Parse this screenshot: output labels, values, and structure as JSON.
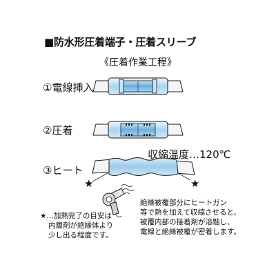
{
  "title": "■防水形圧着端子・圧着スリーブ",
  "subtitle": "《圧着作業工程》",
  "steps": [
    {
      "label": "①電線挿入"
    },
    {
      "label": "②圧着"
    },
    {
      "label": "③ヒート"
    }
  ],
  "shrink_temp": "収縮温度…120℃",
  "note_left": {
    "line1": "★…加熱完了の目安は",
    "line2": "内層剤が絶縁体より",
    "line3": "少し出る程度です。"
  },
  "note_right": {
    "line1": "絶縁被覆部分にヒートガン",
    "line2": "等で熱を加えて収縮させると、",
    "line3": "被覆内部の接着剤が溶融し、",
    "line4": "電線と絶縁被覆が密着します。"
  },
  "colors": {
    "sleeve_light": "#d7ecf8",
    "sleeve_mid": "#a9d4ef",
    "sleeve_dark": "#6fb1dd",
    "wire": "#f3f5f8",
    "outline": "#1a1a1a"
  },
  "icons": {
    "star": "★",
    "heat_gun": "heat-gun-icon"
  }
}
